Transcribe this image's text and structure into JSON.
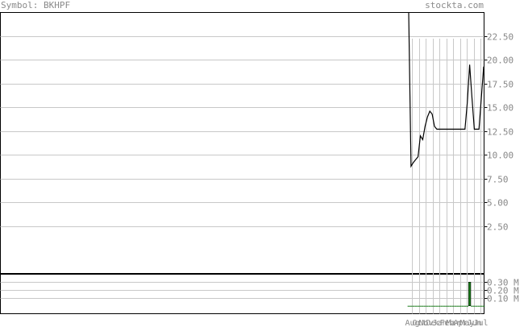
{
  "header": {
    "symbol": "Symbol: BKHPF",
    "site": "stockta.com"
  },
  "colors": {
    "price_line": "#000000",
    "volume_bar": "#1a7a1a",
    "grid": "#c8c8c8",
    "frame": "#000000",
    "label": "#888888"
  },
  "chart_data": [
    {
      "type": "line",
      "series": [
        {
          "x": [
            0,
            1,
            2,
            3,
            4,
            5,
            6,
            7,
            8,
            9,
            10,
            11,
            12,
            13,
            14,
            15,
            16,
            17,
            18,
            19,
            20,
            21,
            22,
            23,
            24,
            25,
            26,
            27,
            28,
            29,
            30,
            31,
            32
          ],
          "values": [
            30.5,
            8.8,
            9.2,
            9.5,
            9.8,
            12.0,
            11.6,
            13.0,
            14.0,
            14.6,
            14.3,
            13.0,
            12.7,
            12.7,
            12.7,
            12.7,
            12.7,
            12.7,
            12.7,
            12.7,
            12.7,
            12.7,
            12.7,
            12.7,
            12.7,
            15.5,
            19.5,
            16.0,
            12.7,
            12.7,
            12.7,
            16.0,
            19.3
          ]
        }
      ],
      "y_ticks": [
        "22.50",
        "20.00",
        "17.50",
        "15.00",
        "12.50",
        "10.00",
        "7.50",
        "5.00",
        "2.50"
      ],
      "y_tick_values": [
        22.5,
        20,
        17.5,
        15,
        12.5,
        10,
        7.5,
        5,
        2.5
      ],
      "ylim": [
        -2.5,
        25
      ]
    },
    {
      "type": "bar",
      "series": [
        {
          "values": [
            0,
            0,
            0,
            0,
            0,
            0,
            0,
            0,
            0,
            0,
            0,
            0,
            0,
            0,
            0,
            0,
            0,
            0,
            0,
            0,
            0,
            0,
            0,
            0,
            0,
            0,
            0.3,
            0,
            0,
            0,
            0,
            0,
            0
          ]
        }
      ],
      "y_ticks": [
        "0.30 M",
        "0.20 M",
        "0.10 M"
      ],
      "y_tick_values": [
        0.3,
        0.2,
        0.1
      ],
      "ylim": [
        -0.1,
        0.4
      ]
    }
  ],
  "x_axis": {
    "labels": [
      "Aug",
      "Oct",
      "Nov",
      "Dec",
      "Jan",
      "Feb",
      "Mar",
      "Apr",
      "May",
      "Jun",
      "Jul"
    ]
  }
}
